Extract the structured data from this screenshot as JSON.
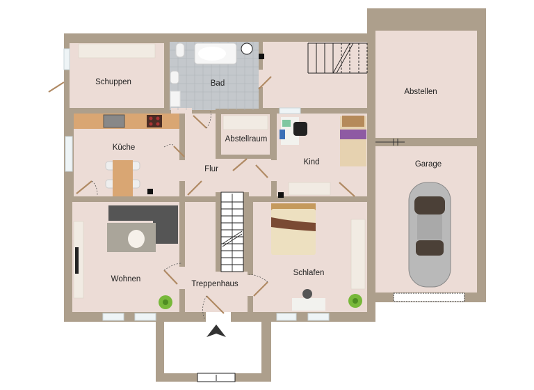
{
  "rooms": {
    "schuppen": "Schuppen",
    "bad": "Bad",
    "abstellen": "Abstellen",
    "kueche": "Küche",
    "abstellraum": "Abstellraum",
    "flur": "Flur",
    "kind": "Kind",
    "garage": "Garage",
    "wohnen": "Wohnen",
    "treppenhaus": "Treppenhaus",
    "schlafen": "Schlafen"
  },
  "colors": {
    "wall": "#ad9f8c",
    "room_floor": "#ecdcd6",
    "bath_tiles": "#c4c8cc",
    "door": "#b08a64"
  },
  "icons": [
    "entrance-arrow-icon",
    "car-icon",
    "staircase-icon",
    "plant-icon",
    "bed-icon",
    "sofa-icon",
    "bathtub-icon"
  ]
}
